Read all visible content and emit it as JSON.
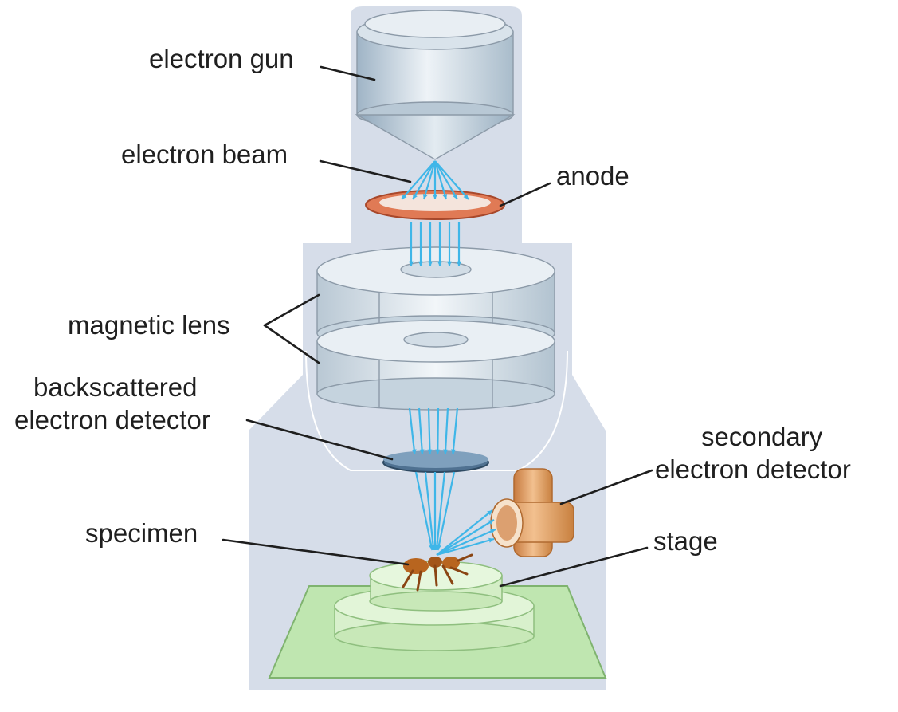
{
  "labels": {
    "electron_gun": "electron gun",
    "electron_beam": "electron beam",
    "anode": "anode",
    "magnetic_lens": "magnetic lens",
    "backscattered_line1": "backscattered",
    "backscattered_line2": "electron detector",
    "secondary_line1": "secondary",
    "secondary_line2": "electron detector",
    "specimen": "specimen",
    "stage": "stage"
  },
  "colors": {
    "housing": "#d6dde9",
    "lens_body": "#dde7ee",
    "anode": "#e07a55",
    "beam": "#3fb6e8",
    "stage": "#bfe6b0",
    "secondary_detector": "#e3a068",
    "specimen": "#b8651f"
  }
}
